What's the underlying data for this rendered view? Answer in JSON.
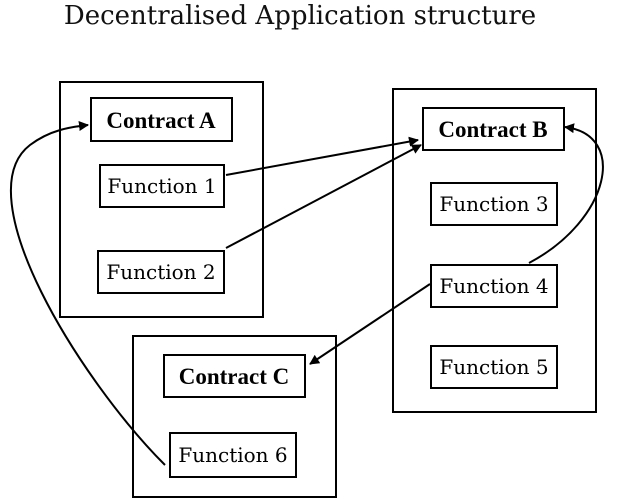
{
  "title": "Decentralised Application structure",
  "contracts": {
    "a": {
      "name": "Contract A",
      "functions": [
        "Function 1",
        "Function 2"
      ]
    },
    "b": {
      "name": "Contract B",
      "functions": [
        "Function 3",
        "Function 4",
        "Function 5"
      ]
    },
    "c": {
      "name": "Contract C",
      "functions": [
        "Function 6"
      ]
    }
  },
  "edges": [
    {
      "from": "Function 1",
      "to": "Contract B"
    },
    {
      "from": "Function 2",
      "to": "Contract B"
    },
    {
      "from": "Function 4",
      "to": "Contract B"
    },
    {
      "from": "Function 4",
      "to": "Contract C"
    },
    {
      "from": "Function 6",
      "to": "Contract A"
    }
  ],
  "colors": {
    "line": "#000000",
    "background": "#ffffff"
  }
}
